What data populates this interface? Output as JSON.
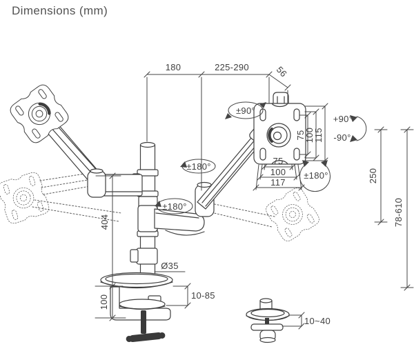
{
  "title": "Dimensions (mm)",
  "colors": {
    "background": "#ffffff",
    "line": "#3e3e3e",
    "text": "#3f3f3f",
    "title_text": "#525252"
  },
  "labels": {
    "arm_reach_rear": "180",
    "arm_reach_front": "225-290",
    "head_offset": "56",
    "head_swivel": "±90°",
    "vesa_height_inner": "75",
    "vesa_height_mid": "100",
    "vesa_height_outer": "115",
    "vesa_width_inner": "75",
    "vesa_width_mid": "100",
    "vesa_width_outer": "117",
    "tilt_up": "+90°",
    "tilt_down": "-90°",
    "head_rotation": "±180°",
    "upper_arm_rotation": "±180°",
    "lower_arm_rotation": "±180°",
    "gas_lift_travel": "250",
    "height_range": "78-610",
    "pole_height": "404",
    "pole_diameter": "Ø35",
    "clamp_body_height": "100",
    "desk_thickness_clamp": "10-85",
    "desk_thickness_grommet": "10~40"
  }
}
